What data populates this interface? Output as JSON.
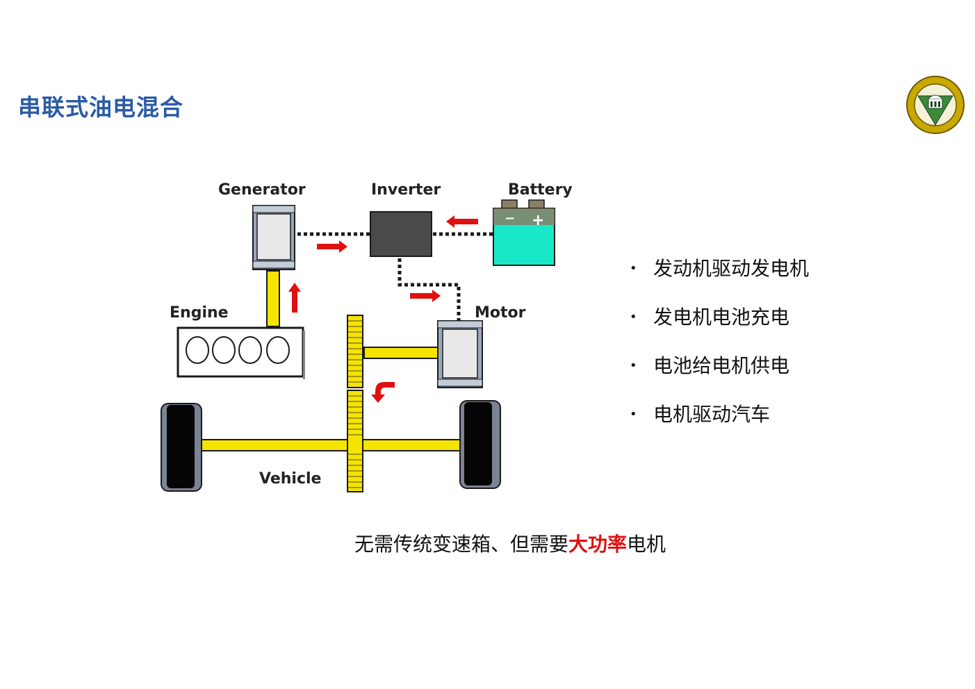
{
  "title": "串联式油电混合",
  "diagram": {
    "labels": {
      "generator": "Generator",
      "inverter": "Inverter",
      "battery": "Battery",
      "engine": "Engine",
      "motor": "Motor",
      "vehicle": "Vehicle"
    }
  },
  "bullets": [
    "发动机驱动发电机",
    "发电机电池充电",
    "电池给电机供电",
    "电机驱动汽车"
  ],
  "caption": {
    "prefix": "无需传统变速箱、但需要",
    "highlight": "大功率",
    "suffix": "电机"
  },
  "colors": {
    "title": "#2a5aa5",
    "highlight": "#e01010",
    "shaft": "#f5e300",
    "battery": "#19e8c8",
    "arrow": "#e01010"
  }
}
